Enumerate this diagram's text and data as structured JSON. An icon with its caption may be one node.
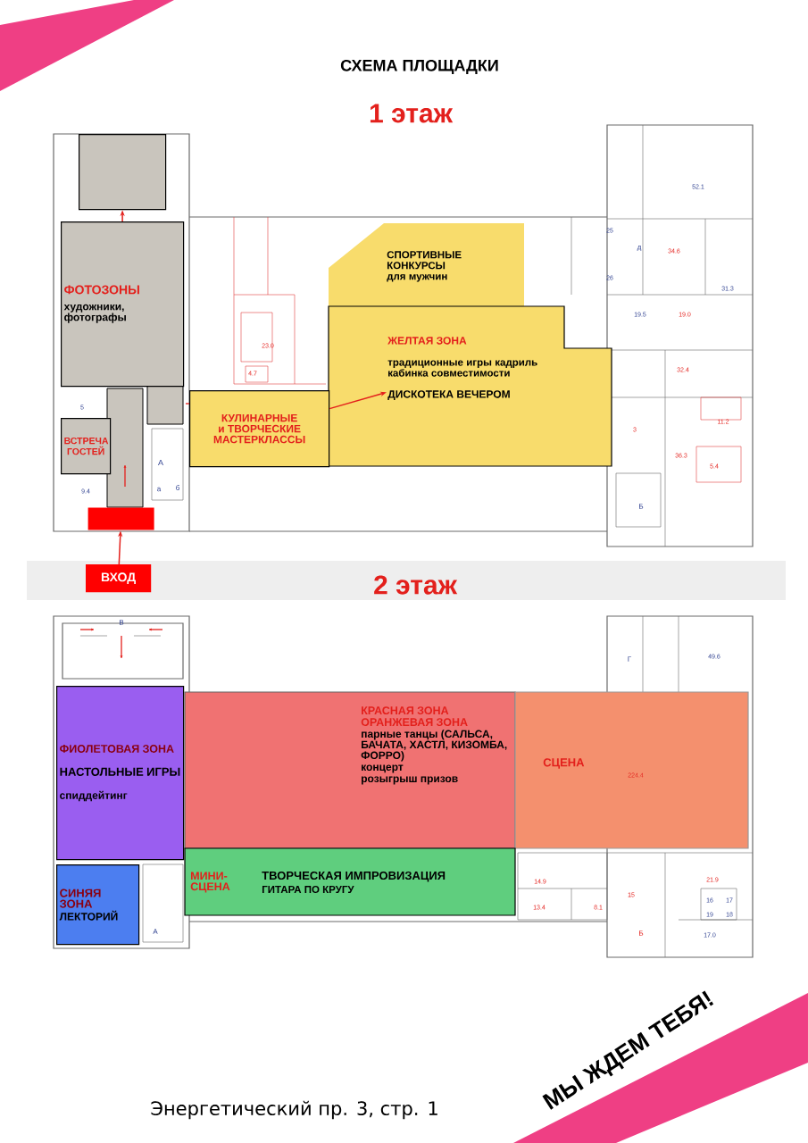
{
  "diagram": {
    "title": "СХЕМА ПЛОЩАДКИ",
    "nodes": [
      {
        "text": [],
        "shape": "box"
      },
      {
        "text": [
          "ФОТОЗОНЫ",
          "художники, фотографы"
        ]
      },
      {
        "text": [
          "СПОРТИВНЫЕ КОНКУРСЫ",
          "для мужчин"
        ]
      },
      {
        "text": [
          "ЖЕЛТАЯ ЗОНА",
          "традиционные игры кадриль кабинка совместимости",
          "ДИСКОТЕКА ВЕЧЕРОМ"
        ]
      },
      {
        "text": [
          "КУЛИНАРНЫЕ и ТВОРЧЕСКИЕ МАСТЕРКЛАССЫ"
        ]
      },
      {
        "text": [
          "ВСТРЕЧА ГОСТЕЙ"
        ]
      },
      {
        "text": [],
        "shape": "bar"
      },
      {
        "text": [
          "ВХОД"
        ]
      },
      {
        "text": [
          "ФИОЛЕТОВАЯ ЗОНА",
          "НАСТОЛЬНЫЕ ИГРЫ",
          "спиддейтинг"
        ]
      },
      {
        "text": [
          "КРАСНАЯ ЗОНА",
          "ОРАНЖЕВАЯ ЗОНА",
          "парные танцы (САЛЬСА, БАЧАТА, ХАСТЛ, КИЗОМБА, ФОРРО)",
          "концерт",
          "розыгрыш призов"
        ]
      },
      {
        "text": [
          "СЦЕНА"
        ]
      },
      {
        "text": [
          "СИНЯЯ ЗОНА",
          "ЛЕКТОРИЙ"
        ]
      },
      {
        "text": [
          "МИНИ-СЦЕНА",
          "ТВОРЧЕСКАЯ ИМПРОВИЗАЦИЯ",
          "ГИТАРА ПО КРУГУ"
        ]
      }
    ],
    "edges": [
      {
        "from": 1,
        "to": 0,
        "arrow": "to"
      },
      {
        "from": 4,
        "to": 3,
        "arrow": "to"
      },
      {
        "from": 7,
        "to": 6,
        "arrow": "to"
      }
    ],
    "labels": [
      "1 этаж",
      "52.1",
      "25",
      "д",
      "34.6",
      "26",
      "31.3",
      "19.5",
      "19.0",
      "23.0",
      "32.4",
      "4.7",
      "5",
      "11.2",
      "3",
      "36.3",
      "А",
      "5.4",
      "9.4",
      "а",
      "б",
      "Б",
      "2 этаж",
      "В",
      "Г",
      "49.6",
      "224.4",
      "14.9",
      "21.9",
      "15",
      "16",
      "17",
      "13.4",
      "8.1",
      "19",
      "18",
      "А",
      "Б",
      "17.0",
      "МЫ ЖДЕМ ТЕБЯ!",
      "Энергетический пр. 3, стр. 1"
    ]
  }
}
